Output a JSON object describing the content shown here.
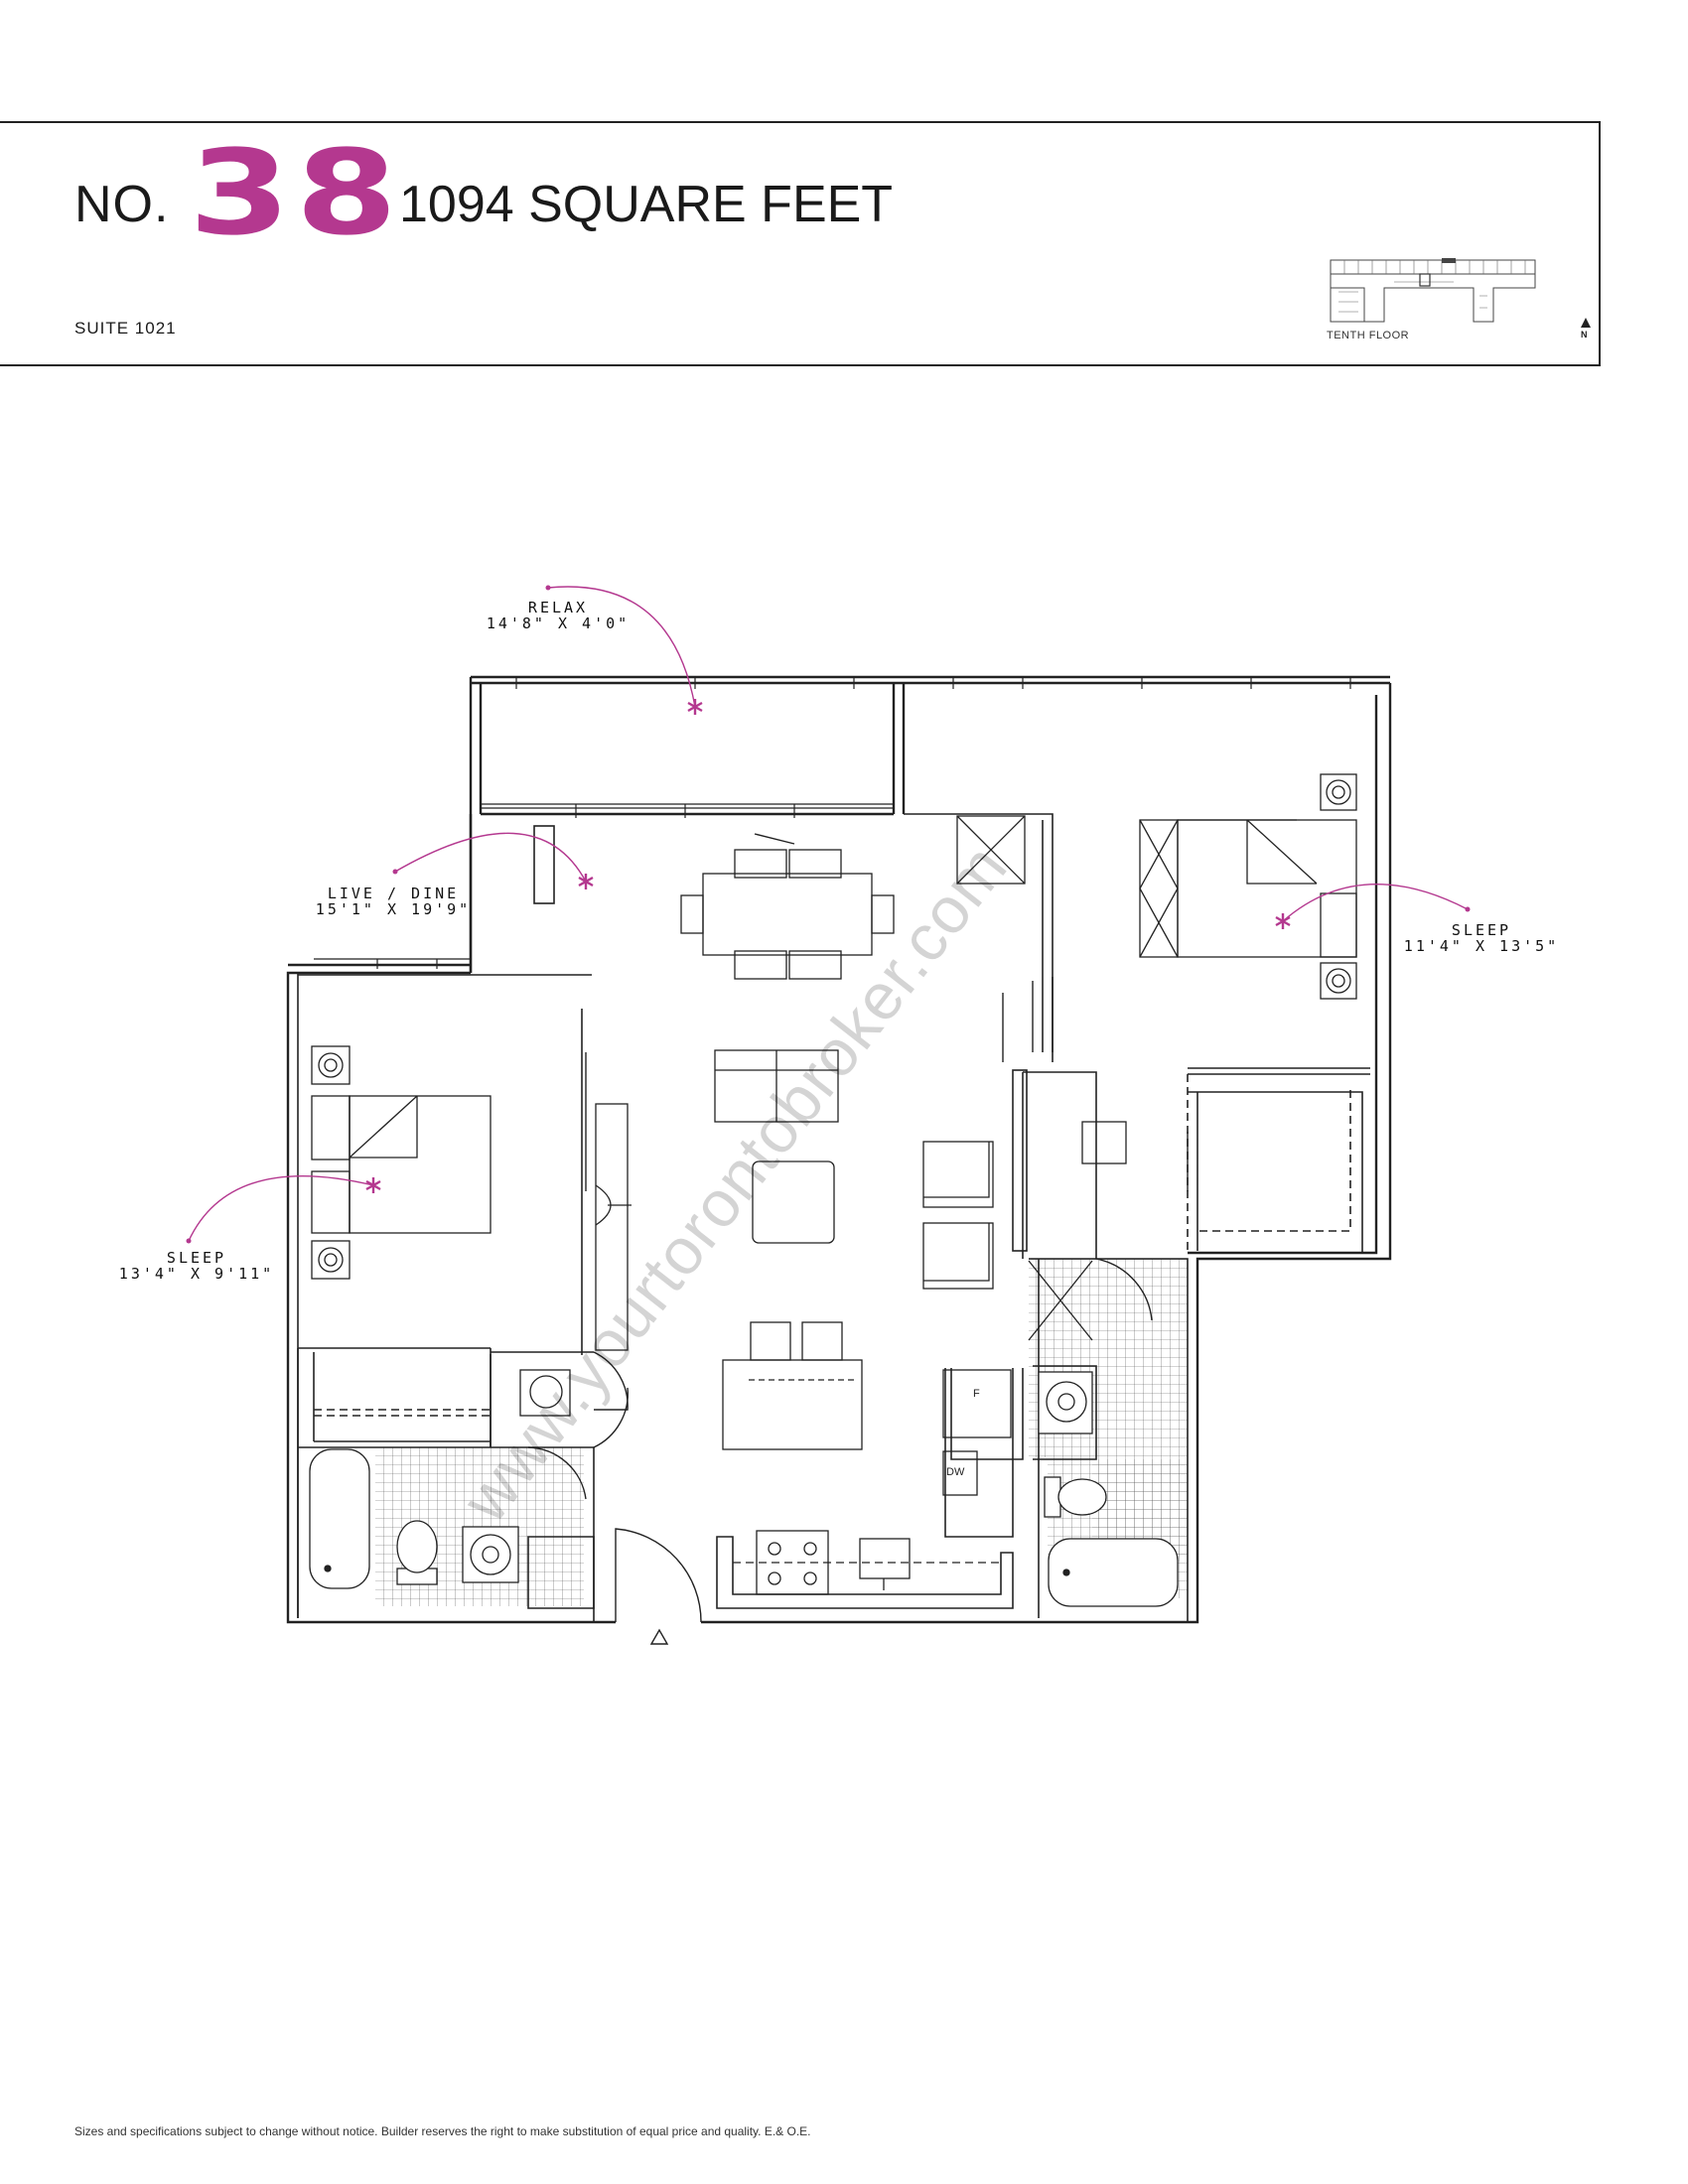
{
  "header": {
    "prefix": "NO.",
    "unit_number": "38",
    "area": "1094 SQUARE FEET",
    "suite": "SUITE 1021",
    "keyplan_label": "TENTH FLOOR",
    "north_label": "N"
  },
  "rooms": [
    {
      "id": "relax",
      "name": "RELAX",
      "dimensions": "14'8\" X 4'0\""
    },
    {
      "id": "live-dine",
      "name": "LIVE / DINE",
      "dimensions": "15'1\" X 19'9\""
    },
    {
      "id": "sleep-master",
      "name": "SLEEP",
      "dimensions": "11'4\" X 13'5\""
    },
    {
      "id": "sleep-second",
      "name": "SLEEP",
      "dimensions": "13'4\" X 9'11\""
    }
  ],
  "appliances": {
    "fridge": "F",
    "dishwasher": "DW"
  },
  "watermark": "www.yourtorontobroker.com",
  "disclaimer": "Sizes and specifications subject to change without notice. Builder reserves the right to make substitution of equal price and quality. E.& O.E.",
  "colors": {
    "accent": "#b4388f",
    "line": "#222222"
  }
}
